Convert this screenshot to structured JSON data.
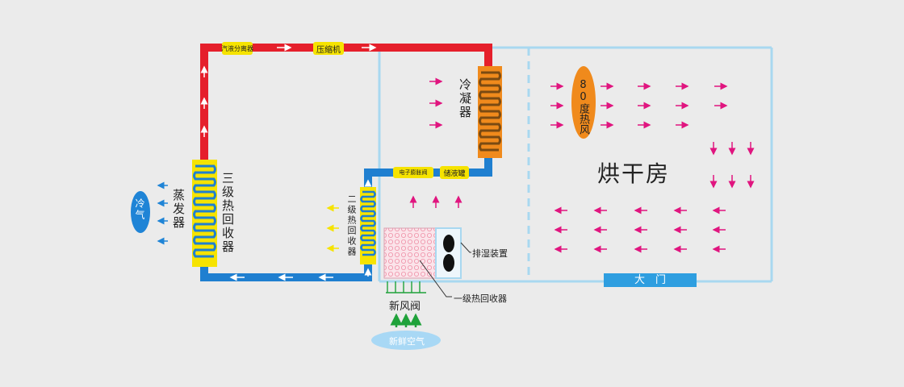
{
  "labels": {
    "separator": "汽液分离器",
    "compressor": "压缩机",
    "condenser": "冷凝器",
    "hot_air": "80度热风",
    "drying_room": "烘干房",
    "evaporator": "蒸发器",
    "cold_air": "冷气",
    "third_recovery": "三级热回收器",
    "second_recovery": "二级热回收器",
    "expansion_valve": "电子膨胀阀",
    "receiver": "储液罐",
    "dehumidifier": "排湿装置",
    "first_recovery": "一级热回收器",
    "fresh_air_valve": "新风阀",
    "fresh_air": "新鲜空气",
    "door": "大　门"
  },
  "colors": {
    "hot_pipe": "#e51f2b",
    "cold_pipe": "#1f7fd0",
    "coil_yellow": "#f6e300",
    "coil_orange": "#f08a1c",
    "room_border": "#a8d8f0",
    "magenta_arrow": "#e0157f",
    "yellow_arrow": "#f6e300",
    "green_arrow": "#1fa23a",
    "white_arrow": "#ffffff",
    "fresh_air_oval": "#a8d8f5",
    "cold_air_oval": "#1f84d6"
  }
}
